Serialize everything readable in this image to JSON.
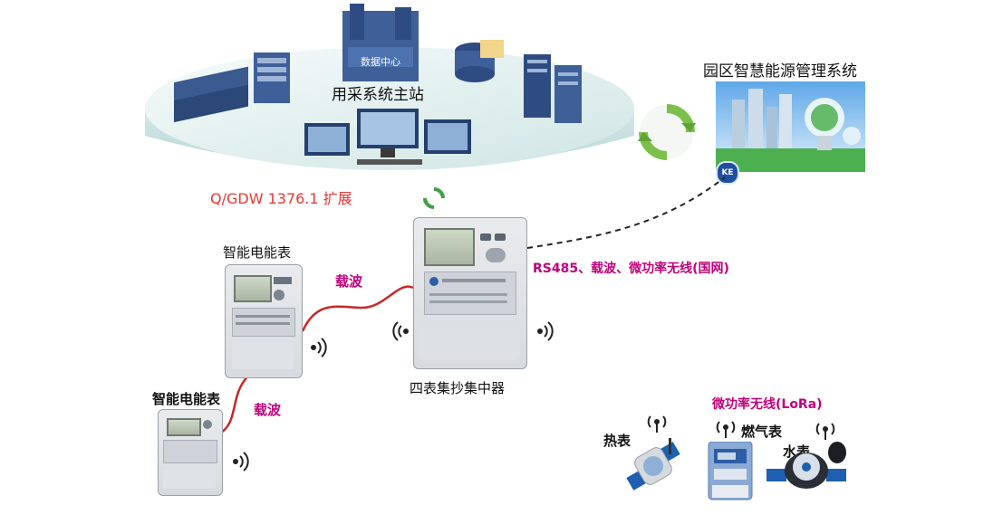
{
  "master_station": {
    "data_center_label": "数据中心",
    "title": "用采系统主站"
  },
  "protocol_label": "Q/GDW 1376.1 扩展",
  "energy_system": {
    "title": "园区智慧能源管理系统",
    "badge": "KE"
  },
  "links": {
    "rs485_label": "RS485、载波、微功率无线(国网)",
    "carrier_label_top": "载波",
    "carrier_label_bottom": "载波",
    "lora_label": "微功率无线(LoRa)"
  },
  "devices": {
    "meter_top_label": "智能电能表",
    "meter_bottom_label": "智能电能表",
    "concentrator_label": "四表集抄集中器",
    "heat_meter_label": "热表",
    "gas_meter_label": "燃气表",
    "water_meter_label": "水表"
  },
  "colors": {
    "carrier_line": "#c62828",
    "label_magenta": "#c0007a",
    "protocol_red": "#e53935",
    "sync_green": "#43a047"
  },
  "icons": [
    "refresh-icon",
    "wireless-signal-icon",
    "server-icon",
    "database-icon",
    "monitor-icon",
    "building-icon"
  ]
}
